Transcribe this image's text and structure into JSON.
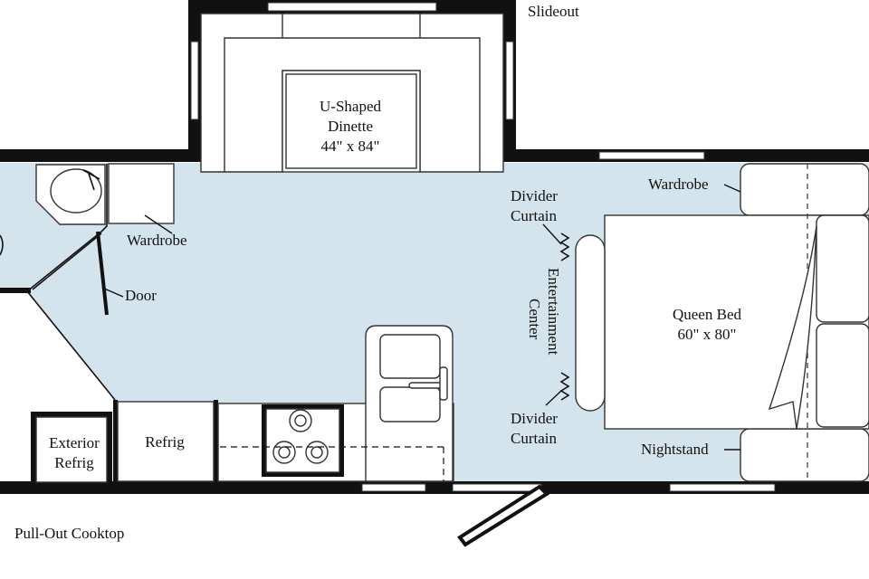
{
  "colors": {
    "floor": "#d4e4ec",
    "wall": "#111111",
    "fixture": "#ffffff",
    "line": "#333333"
  },
  "labels": {
    "slideout": "Slideout",
    "dinette_line1": "U-Shaped",
    "dinette_line2": "Dinette",
    "dinette_dims": "44\" x 84\"",
    "wardrobe_left": "Wardrobe",
    "door": "Door",
    "divider_curtain_top_1": "Divider",
    "divider_curtain_top_2": "Curtain",
    "entertainment_1": "Entertainment",
    "entertainment_2": "Center",
    "divider_curtain_bottom_1": "Divider",
    "divider_curtain_bottom_2": "Curtain",
    "wardrobe_right": "Wardrobe",
    "queen_bed": "Queen Bed",
    "queen_bed_dims": "60\" x 80\"",
    "nightstand": "Nightstand",
    "exterior_refrig_1": "Exterior",
    "exterior_refrig_2": "Refrig",
    "refrig": "Refrig",
    "pull_out_cooktop": "Pull-Out Cooktop"
  }
}
